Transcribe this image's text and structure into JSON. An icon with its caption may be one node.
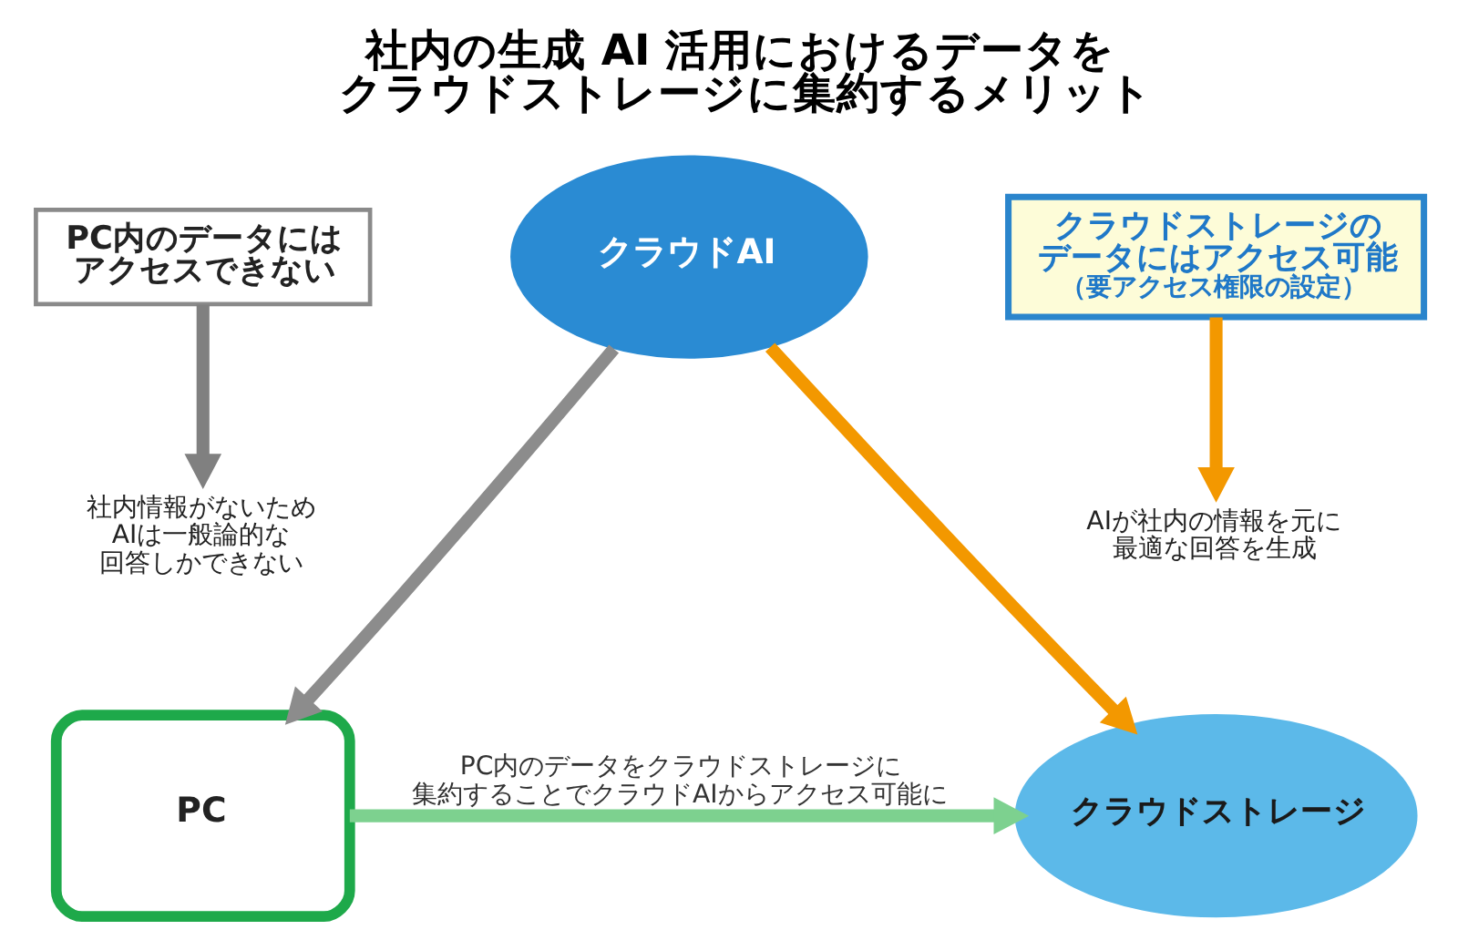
{
  "diagram": {
    "title": "社内の生成 AI 活用におけるデータをクラウドストレージに集約するメリット",
    "nodes": [
      {
        "text": [
          "PC内のデータにはアクセスできない"
        ]
      },
      {
        "text": [
          "クラウドAI"
        ]
      },
      {
        "text": [
          "クラウドストレージのデータにはアクセス可能",
          "（要アクセス権限の設定）"
        ]
      },
      {
        "text": [
          "社内情報がないためAIは一般論的な回答しかできない"
        ]
      },
      {
        "text": [
          "AIが社内の情報を元に最適な回答を生成"
        ]
      },
      {
        "text": [
          "PC"
        ]
      },
      {
        "text": [
          "クラウドストレージ"
        ]
      }
    ],
    "edges": [
      {
        "from": 0,
        "to": 3,
        "arrow": "to",
        "color": "#808080"
      },
      {
        "from": 2,
        "to": 4,
        "arrow": "to",
        "color": "#f39800"
      },
      {
        "from": 1,
        "to": 5,
        "arrow": "to",
        "color": "#8c8c8c"
      },
      {
        "from": 1,
        "to": 6,
        "arrow": "to",
        "color": "#f39800"
      },
      {
        "from": 5,
        "to": 6,
        "arrow": "to",
        "label": "PC内のデータをクラウドストレージに集約することでクラウドAIからアクセス可能に",
        "color": "#7dd18f"
      }
    ]
  }
}
